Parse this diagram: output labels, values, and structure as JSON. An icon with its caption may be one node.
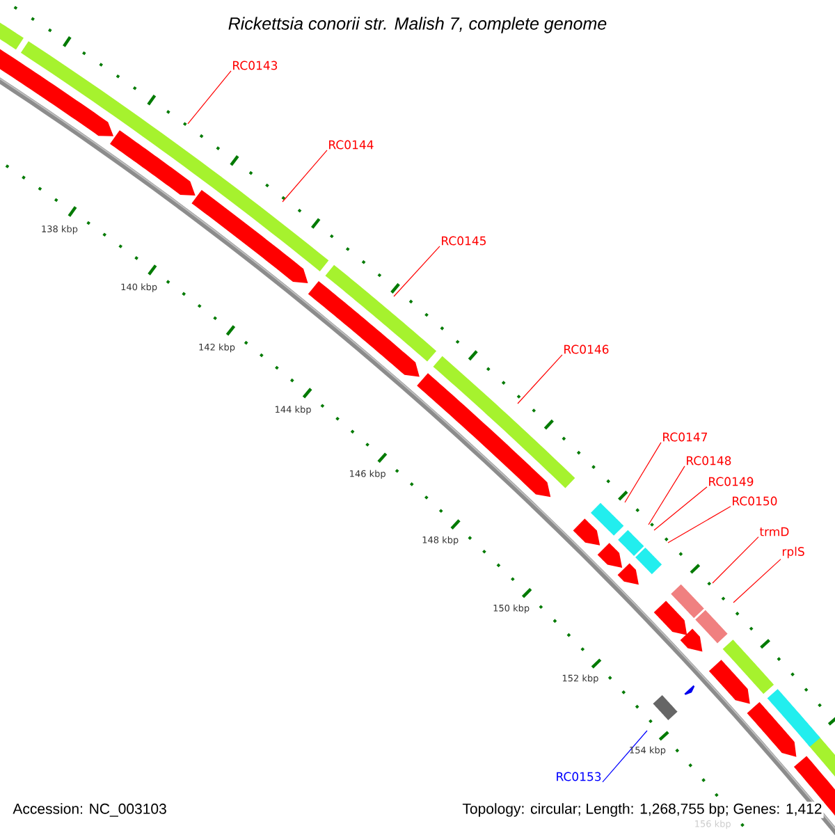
{
  "diagram": {
    "title": "Rickettsia conorii str. Malish 7, complete genome",
    "nodes": [
      {
        "text": [
          "RC0143"
        ]
      },
      {
        "text": [
          "RC0144"
        ]
      },
      {
        "text": [
          "RC0145"
        ]
      },
      {
        "text": [
          "RC0146"
        ]
      },
      {
        "text": [
          "RC0147"
        ]
      },
      {
        "text": [
          "RC0148"
        ]
      },
      {
        "text": [
          "RC0149"
        ]
      },
      {
        "text": [
          "RC0150"
        ]
      },
      {
        "text": [
          "trmD"
        ]
      },
      {
        "text": [
          "rplS"
        ]
      },
      {
        "text": [
          "RC0153"
        ]
      }
    ],
    "edges": [
      {
        "from": 0,
        "to": null,
        "arrow": "none"
      },
      {
        "from": 1,
        "to": null,
        "arrow": "none"
      },
      {
        "from": 2,
        "to": null,
        "arrow": "none"
      },
      {
        "from": 3,
        "to": null,
        "arrow": "none"
      },
      {
        "from": 4,
        "to": null,
        "arrow": "none"
      },
      {
        "from": 5,
        "to": null,
        "arrow": "none"
      },
      {
        "from": 6,
        "to": null,
        "arrow": "none"
      },
      {
        "from": 7,
        "to": null,
        "arrow": "none"
      },
      {
        "from": 8,
        "to": null,
        "arrow": "none"
      },
      {
        "from": 9,
        "to": null,
        "arrow": "none"
      },
      {
        "from": 10,
        "to": null,
        "arrow": "none",
        "color": "#0000ff"
      }
    ],
    "labels": [
      "138 kbp",
      "140 kbp",
      "142 kbp",
      "144 kbp",
      "146 kbp",
      "148 kbp",
      "150 kbp",
      "152 kbp",
      "154 kbp",
      "156 kbp",
      "Accession: NC_003103",
      "Topology: circular; Length: 1,268,755 bp; Genes: 1,412"
    ]
  }
}
